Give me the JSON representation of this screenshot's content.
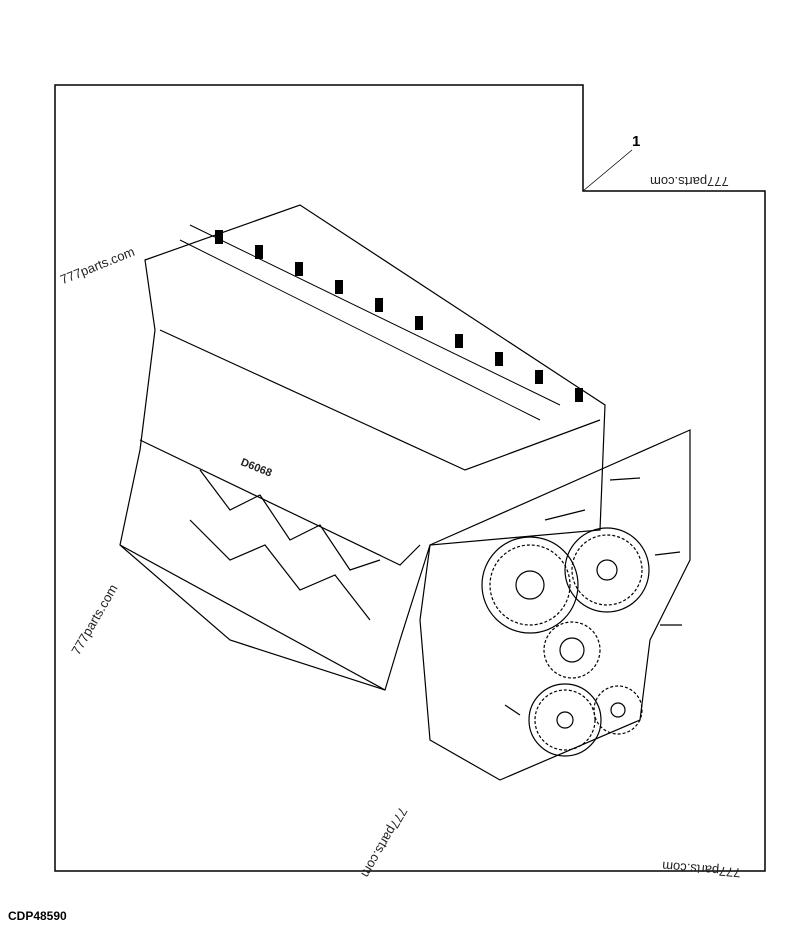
{
  "diagram": {
    "callout_label": "1",
    "figure_id": "CDP48590",
    "engine_marking": "D6068",
    "watermarks": [
      "777parts.com",
      "777parts.com",
      "777parts.com",
      "777parts.com",
      "777parts.com"
    ]
  }
}
